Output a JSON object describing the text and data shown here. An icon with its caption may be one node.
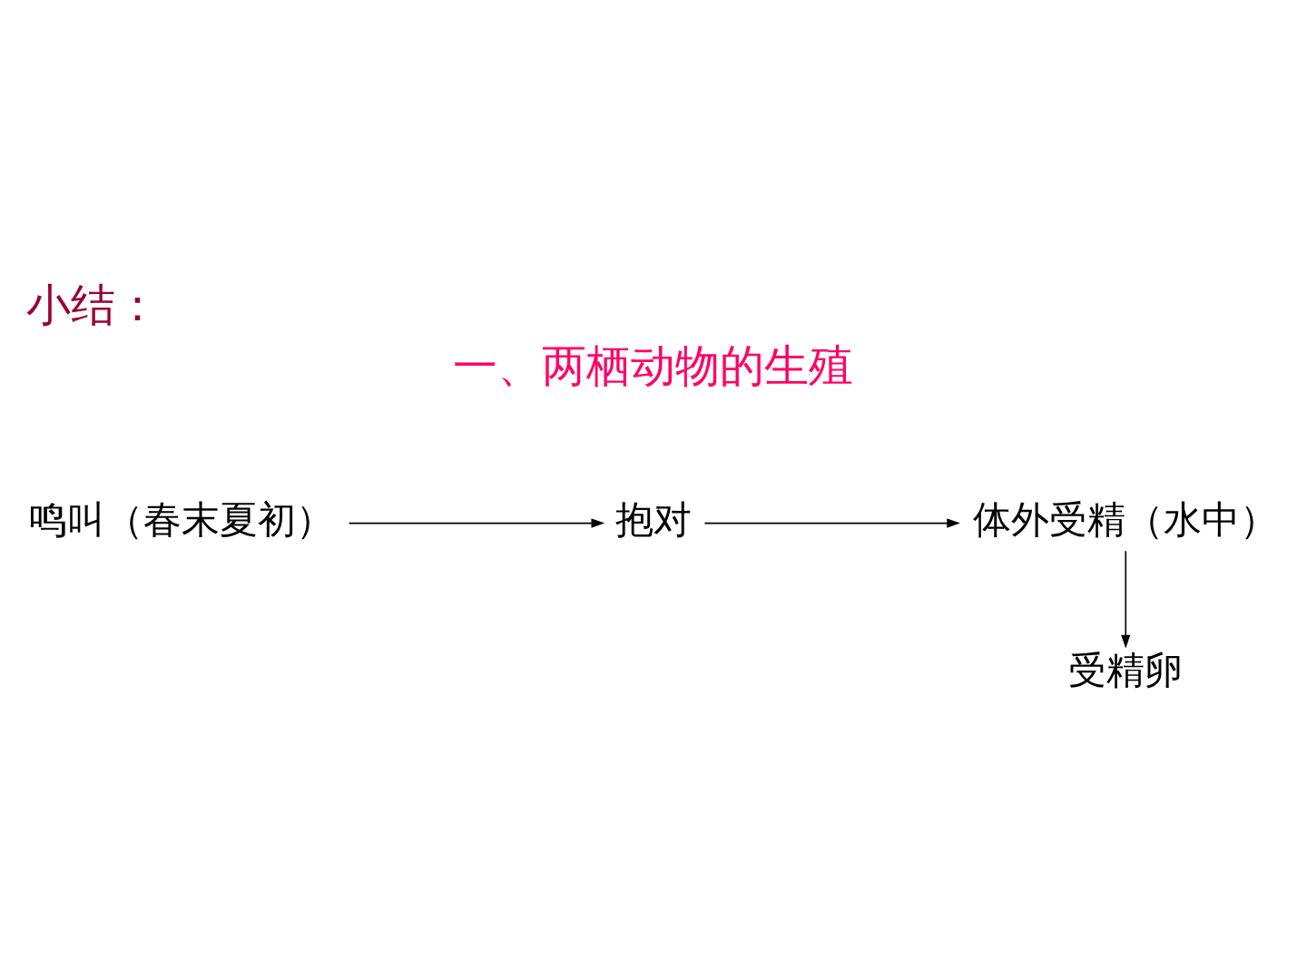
{
  "diagram": {
    "title": "小结：",
    "nodes": [
      {
        "text": [
          "鸣叫（春末夏初）"
        ]
      },
      {
        "text": [
          "抱对"
        ]
      },
      {
        "text": [
          "体外受精（水中）"
        ]
      },
      {
        "text": [
          "受精卵"
        ]
      }
    ],
    "edges": [
      {
        "from": 0,
        "to": 1,
        "arrow": "to"
      },
      {
        "from": 1,
        "to": 2,
        "arrow": "to"
      },
      {
        "from": 2,
        "to": 3,
        "arrow": "to"
      }
    ],
    "labels": [
      "一、两栖动物的生殖"
    ]
  }
}
